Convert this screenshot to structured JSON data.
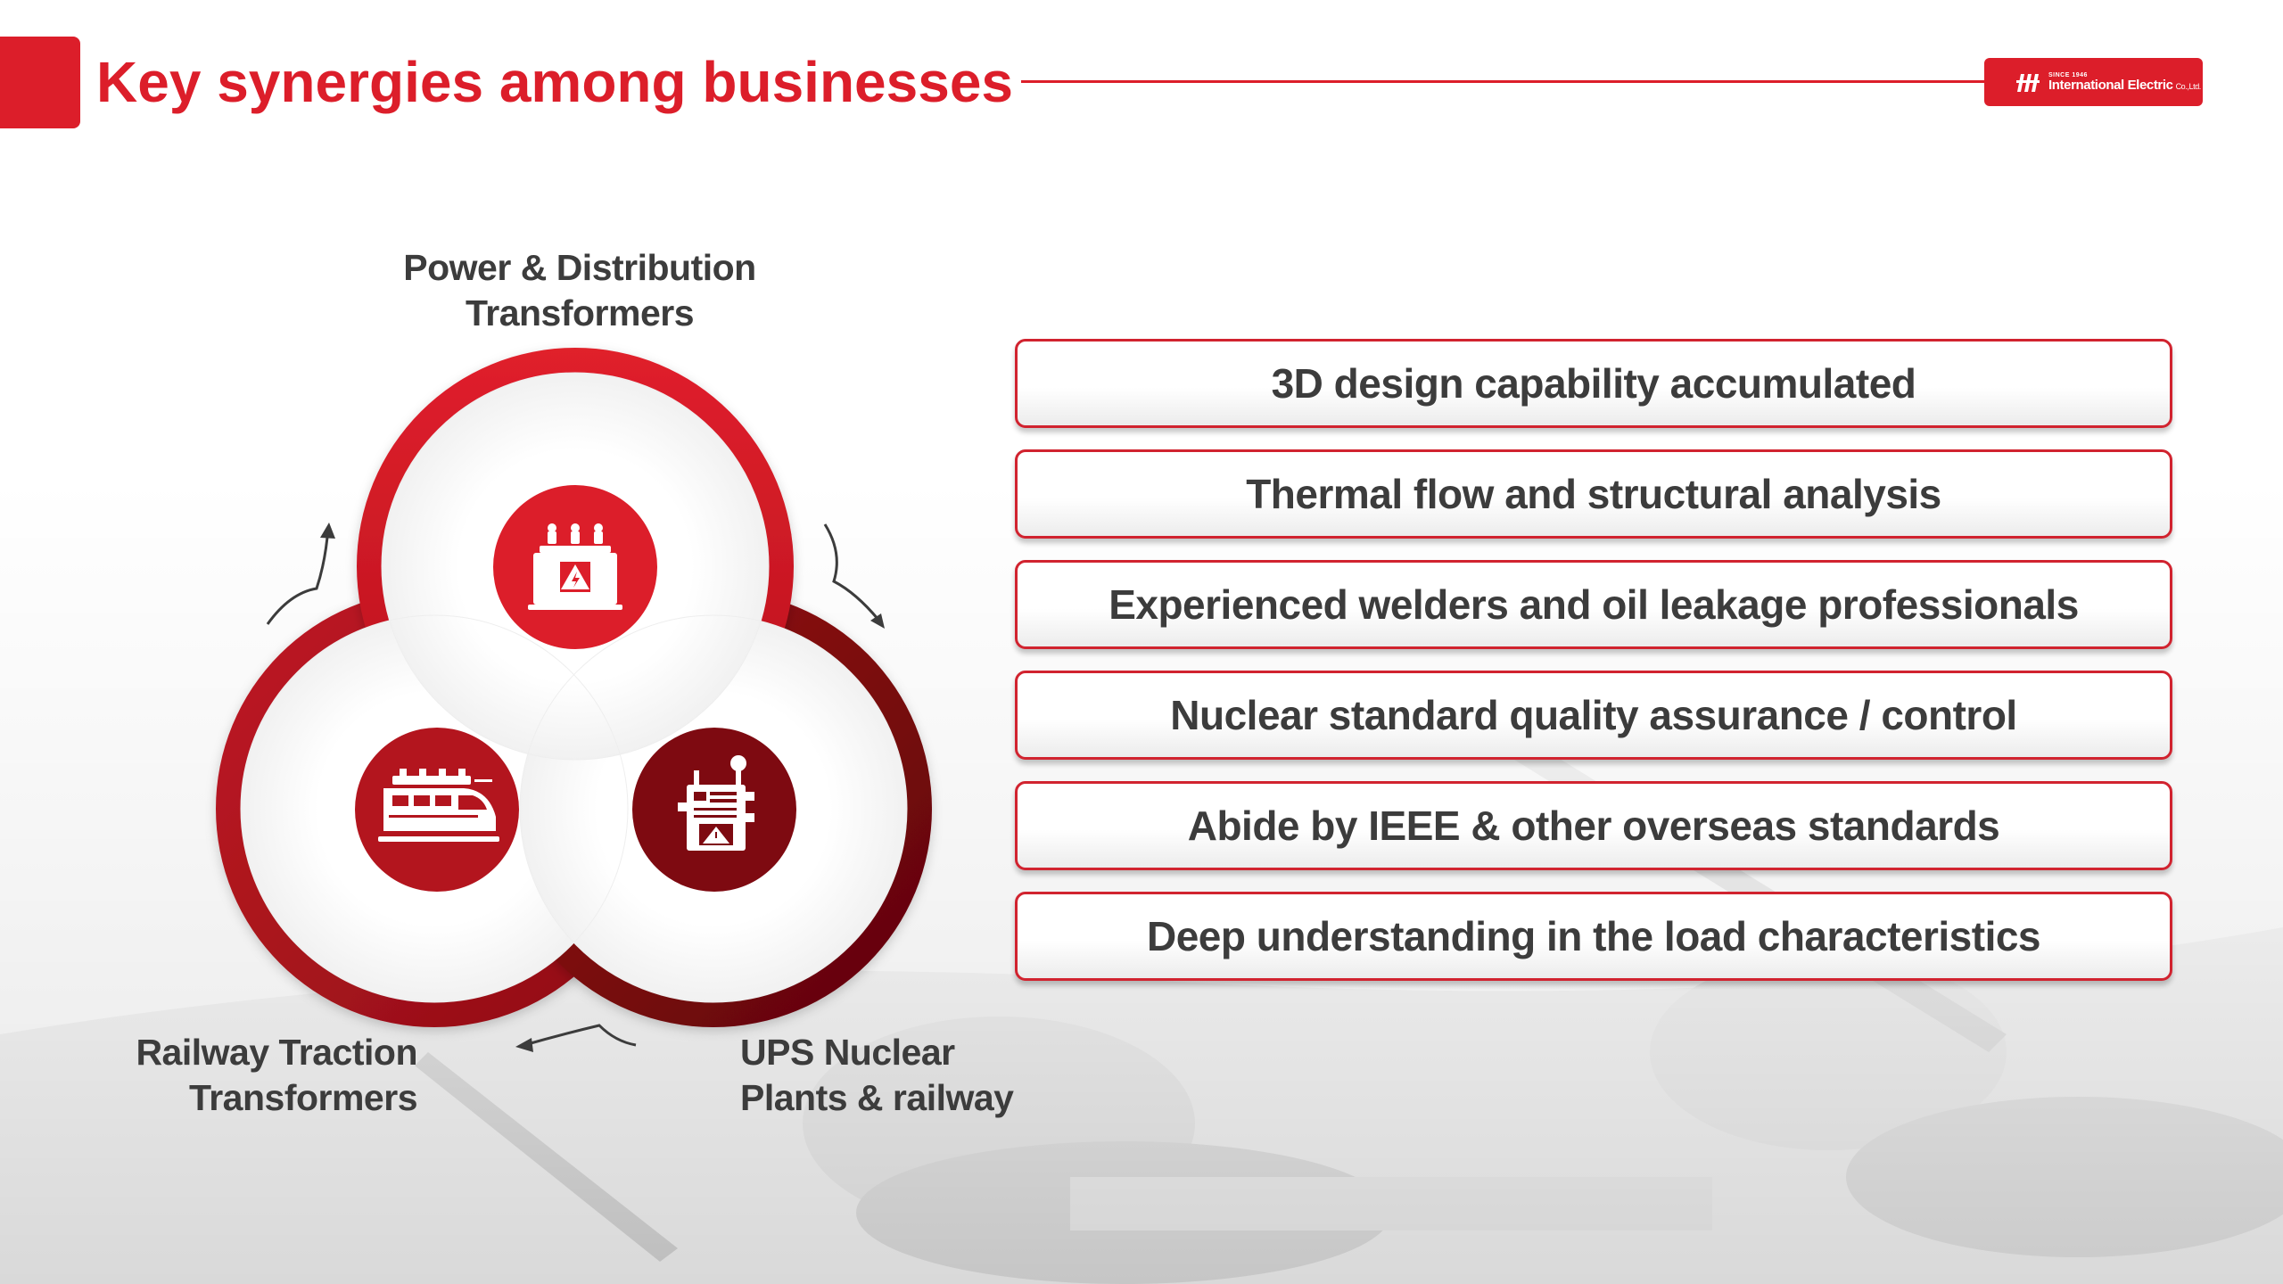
{
  "header": {
    "title": "Key synergies among businesses",
    "logo": {
      "since": "SINCE 1946",
      "name": "International Electric",
      "suffix": "Co.,Ltd."
    }
  },
  "diagram": {
    "circles": [
      {
        "label_lines": [
          "Power & Distribution",
          "Transformers"
        ],
        "icon": "transformer-icon",
        "color": "#dc1e2a"
      },
      {
        "label_lines": [
          "Railway Traction",
          "Transformers"
        ],
        "icon": "train-icon",
        "color": "#b3151e"
      },
      {
        "label_lines": [
          "UPS Nuclear",
          "Plants & railway"
        ],
        "icon": "control-panel-icon",
        "color": "#7e0a11"
      }
    ],
    "cycle_arrows": [
      "arrow-top-left",
      "arrow-top-right",
      "arrow-bottom"
    ]
  },
  "capabilities": [
    "3D design capability accumulated",
    "Thermal flow and structural analysis",
    "Experienced welders and oil leakage professionals",
    "Nuclear standard quality assurance / control",
    "Abide by IEEE & other overseas standards",
    "Deep understanding in the load characteristics"
  ],
  "colors": {
    "accent": "#dc1e2a",
    "text": "#3c3c3c",
    "dark_red": "#7e0a11"
  }
}
